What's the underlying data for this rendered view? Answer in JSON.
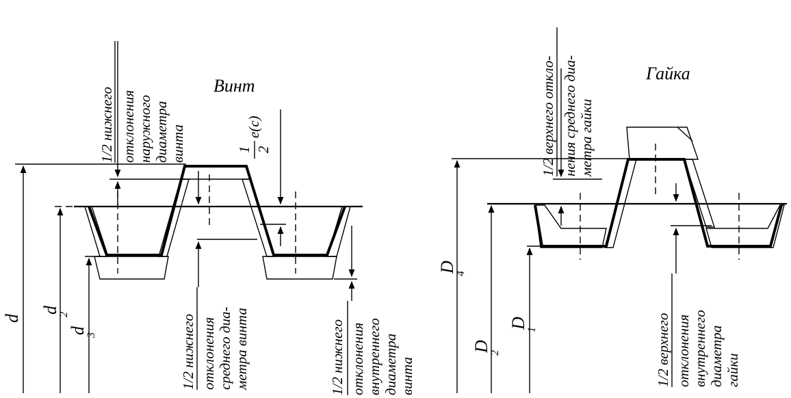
{
  "screw": {
    "title": "Винт",
    "sym_d": "d",
    "sym_d2": "d",
    "sym_d2_sub": "2",
    "sym_d3": "d",
    "sym_d3_sub": "3",
    "note_outer": [
      "1/2 нижнего",
      "отклонения",
      "наружного",
      "диаметра",
      "винта"
    ],
    "note_mean": [
      "1/2 нижнего",
      "отклонения",
      "среднего диа-",
      "метра винта"
    ],
    "note_inner": [
      "1/2 нижнего",
      "отклонения",
      "внутреннего",
      "диаметра",
      "винта"
    ],
    "note_ec_num": "1",
    "note_ec_den": "2",
    "note_ec_text": "e(c)"
  },
  "nut": {
    "title": "Гайка",
    "sym_D4": "D",
    "sym_D4_sub": "4",
    "sym_D2": "D",
    "sym_D2_sub": "2",
    "sym_D1": "D",
    "sym_D1_sub": "1",
    "note_mean": [
      "1/2 верхнего откло-",
      "нения среднего диа-",
      "метра гайки"
    ],
    "note_inner": [
      "1/2 верхнего",
      "отклонения",
      "внутреннего",
      "диаметра",
      "гайки"
    ]
  },
  "colors": {
    "ink": "#000000",
    "paper": "#ffffff"
  }
}
